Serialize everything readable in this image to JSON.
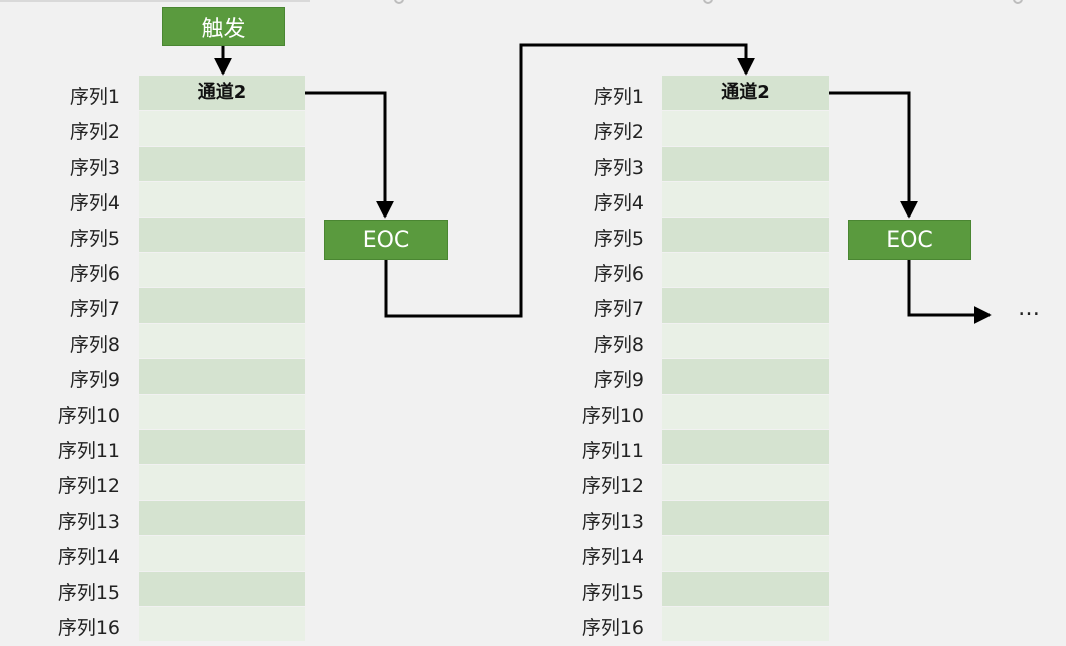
{
  "trigger_label": "触发",
  "eoc_label": "EOC",
  "ellipsis": "…",
  "tables": [
    {
      "rows": [
        "序列1",
        "序列2",
        "序列3",
        "序列4",
        "序列5",
        "序列6",
        "序列7",
        "序列8",
        "序列9",
        "序列10",
        "序列11",
        "序列12",
        "序列13",
        "序列14",
        "序列15",
        "序列16"
      ],
      "first_cell": "通道2"
    },
    {
      "rows": [
        "序列1",
        "序列2",
        "序列3",
        "序列4",
        "序列5",
        "序列6",
        "序列7",
        "序列8",
        "序列9",
        "序列10",
        "序列11",
        "序列12",
        "序列13",
        "序列14",
        "序列15",
        "序列16"
      ],
      "first_cell": "通道2"
    }
  ],
  "colors": {
    "box_green": "#5a9a3e",
    "row_dark": "#d5e3d0",
    "row_light": "#e9f0e6",
    "line": "#000000"
  }
}
